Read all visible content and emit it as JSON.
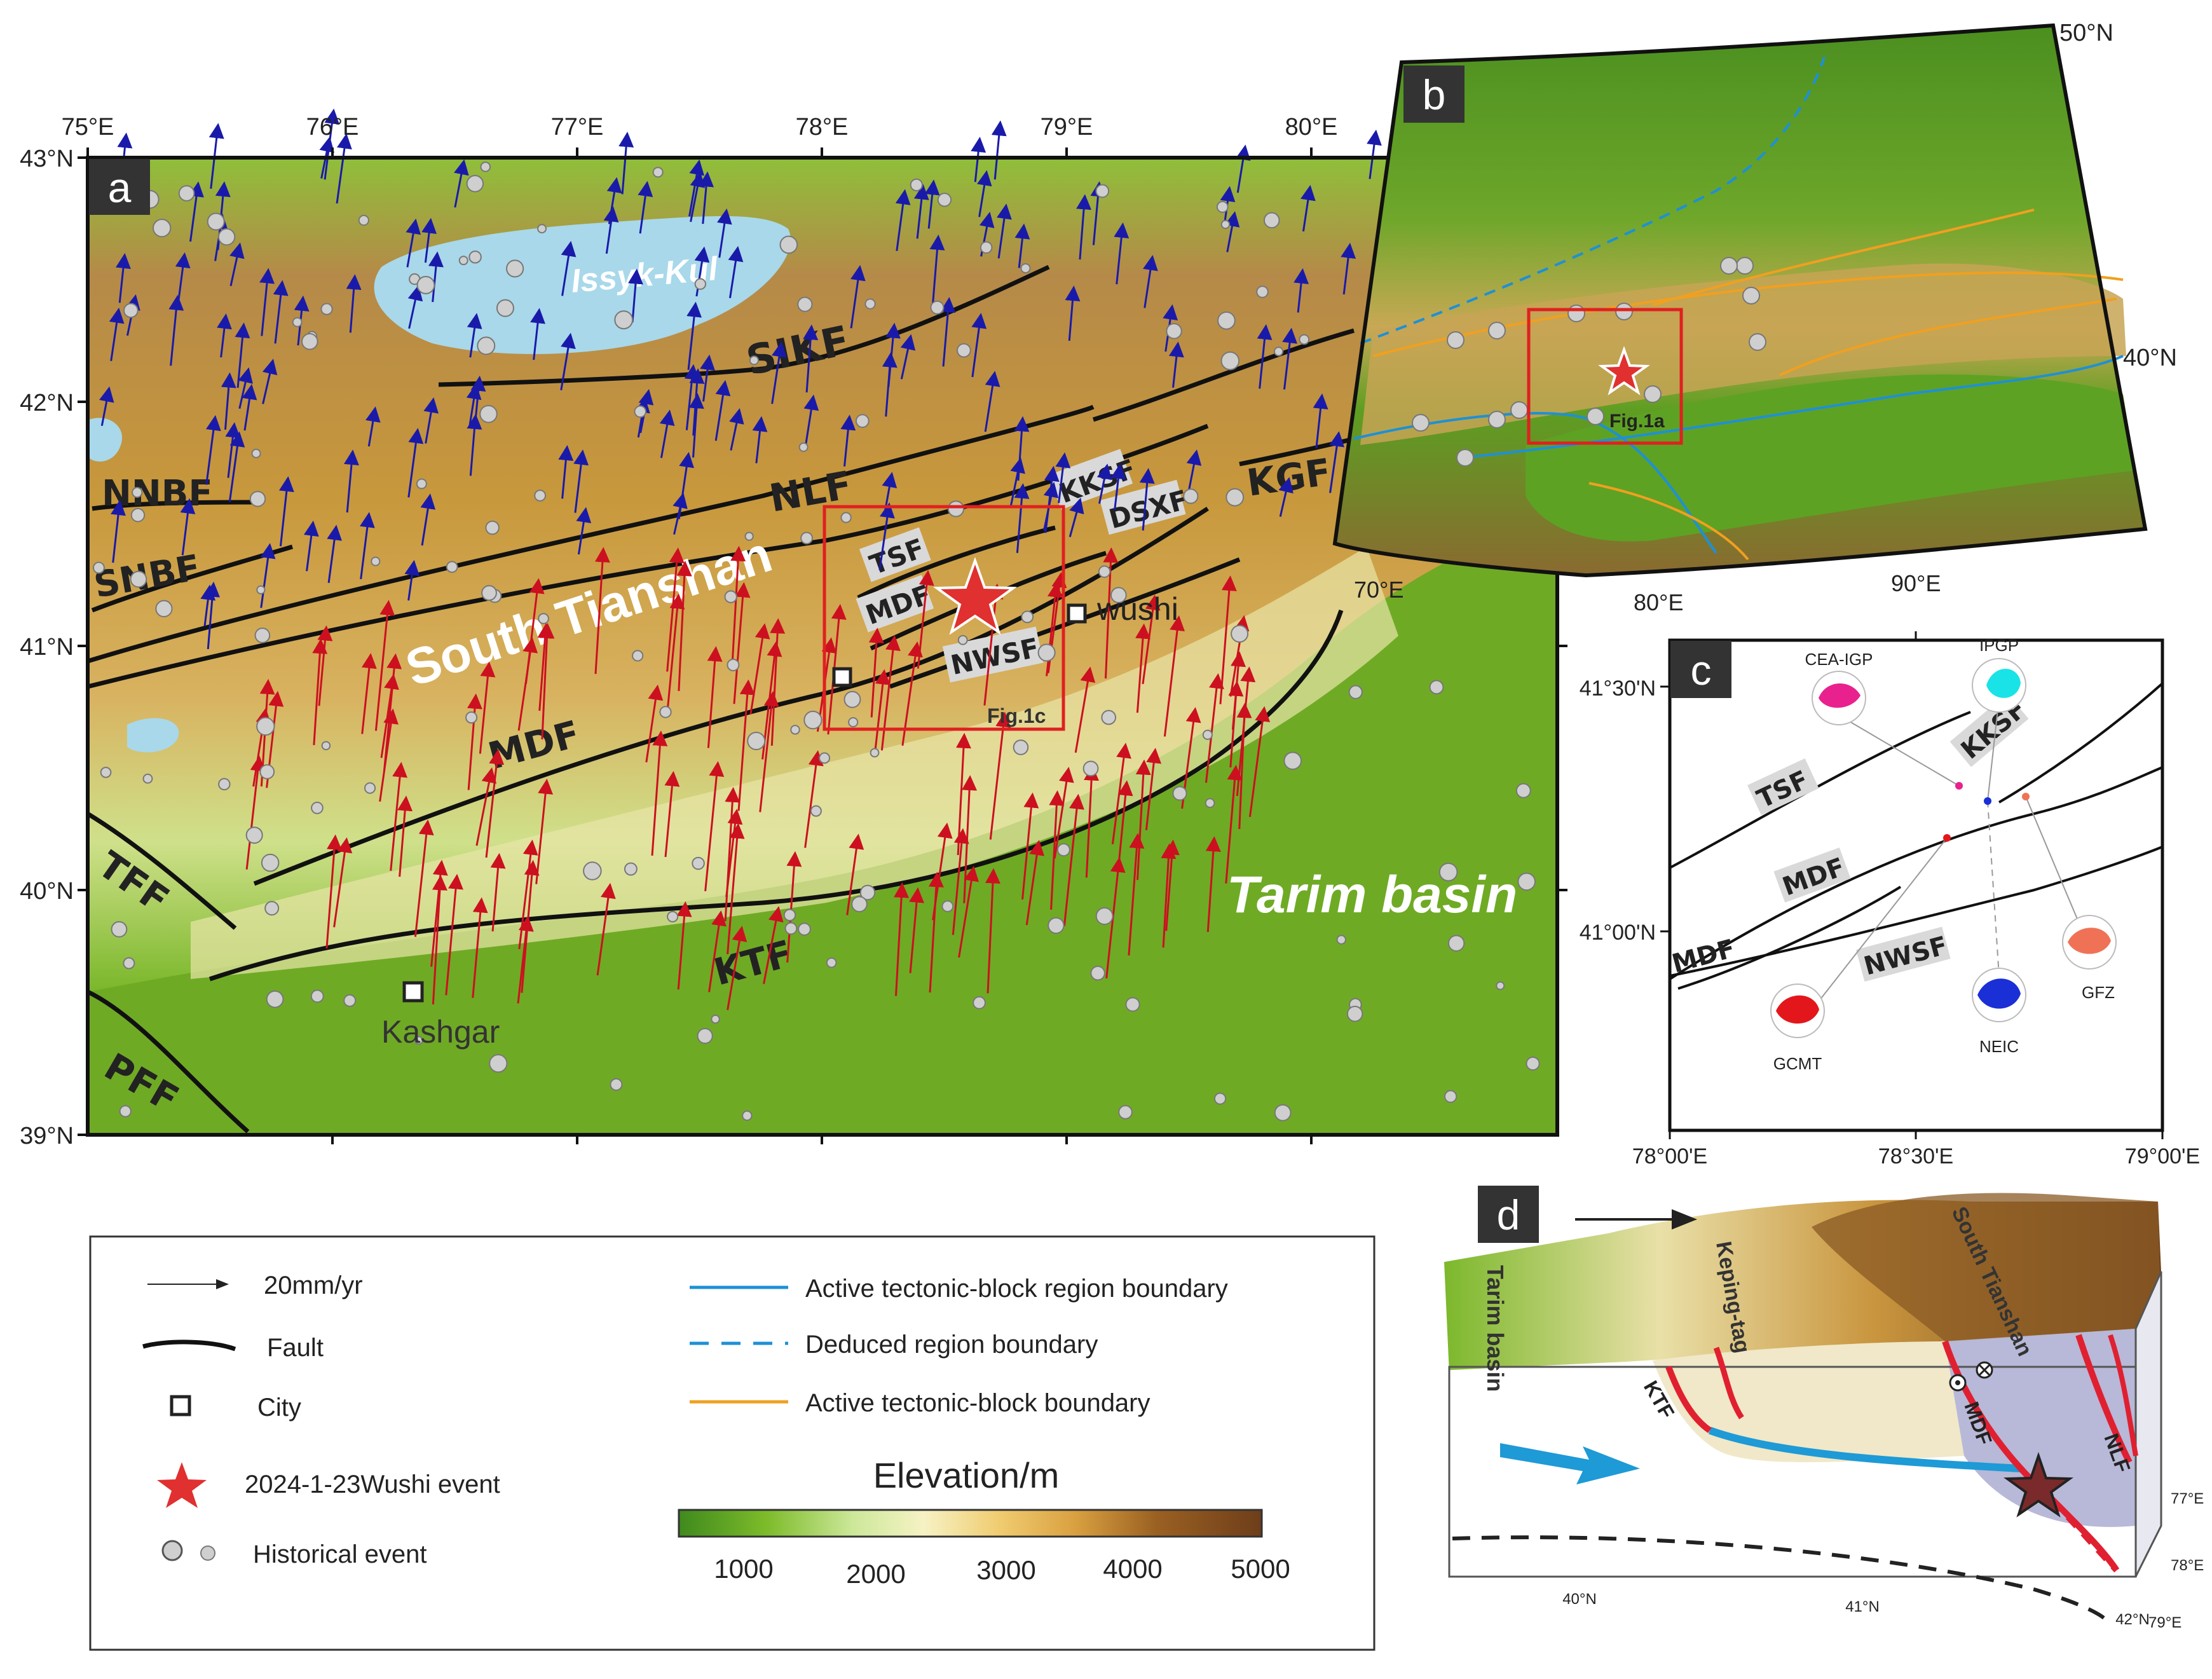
{
  "panels": {
    "a": {
      "letter": "a",
      "lon_ticks": [
        "75°E",
        "76°E",
        "77°E",
        "78°E",
        "79°E",
        "80°E"
      ],
      "lat_ticks": [
        "43°N",
        "42°N",
        "41°N",
        "40°N",
        "39°N"
      ],
      "lake": "Issyk-Kul",
      "faults": [
        "SIKF",
        "NNBF",
        "SNBF",
        "NLF",
        "KKSF",
        "DSXF",
        "KGF",
        "TSF",
        "MDF",
        "NWSF",
        "MDF",
        "TFF",
        "KTF",
        "PFF"
      ],
      "region": "South Tianshan",
      "basin": "Tarim basin",
      "cities": [
        "wushi",
        "Kashgar"
      ],
      "box_label": "Fig.1c"
    },
    "b": {
      "letter": "b",
      "lat_ticks": [
        "50°N",
        "40°N"
      ],
      "lon_ticks": [
        "70°E",
        "80°E",
        "90°E"
      ],
      "box_label": "Fig.1a"
    },
    "c": {
      "letter": "c",
      "lat_ticks": [
        "41°30'N",
        "41°00'N"
      ],
      "lon_ticks": [
        "78°00'E",
        "78°30'E",
        "79°00'E"
      ],
      "faults": [
        "TSF",
        "KKSF",
        "MDF",
        "MDF",
        "NWSF"
      ],
      "mechanisms": [
        {
          "name": "CEA-IGP",
          "color": "#e8218f"
        },
        {
          "name": "IPGP",
          "color": "#19e3e6"
        },
        {
          "name": "GFZ",
          "color": "#f07256"
        },
        {
          "name": "NEIC",
          "color": "#1a2fd6"
        },
        {
          "name": "GCMT",
          "color": "#e3171b"
        }
      ]
    },
    "d": {
      "letter": "d",
      "labels": {
        "basin": "Tarim basin",
        "keping": "Keping-tag",
        "tianshan": "South Tianshan",
        "ktf": "KTF",
        "mdf": "MDF",
        "nlf": "NLF"
      },
      "bottom_ticks": [
        "40°N",
        "41°N",
        "42°N"
      ],
      "side_ticks": [
        "77°E",
        "78°E",
        "79°E"
      ]
    }
  },
  "legend": {
    "velocity": "20mm/yr",
    "fault": "Fault",
    "city": "City",
    "event": "2024-1-23Wushi event",
    "historical": "Historical event",
    "active_region": "Active tectonic-block region boundary",
    "deduced": "Deduced region boundary",
    "active_block": "Active tectonic-block boundary",
    "elevation_title": "Elevation/m",
    "elevation_ticks": [
      "1000",
      "2000",
      "3000",
      "4000",
      "5000"
    ]
  },
  "colors": {
    "fault": "#111111",
    "star": "#e03030",
    "box": "#e02020",
    "region_boundary": "#1e90d6",
    "block_boundary": "#f0a020",
    "lake": "#a8d8ea",
    "velocity_north": "#1a1aaa",
    "velocity_south": "#cc1020"
  }
}
